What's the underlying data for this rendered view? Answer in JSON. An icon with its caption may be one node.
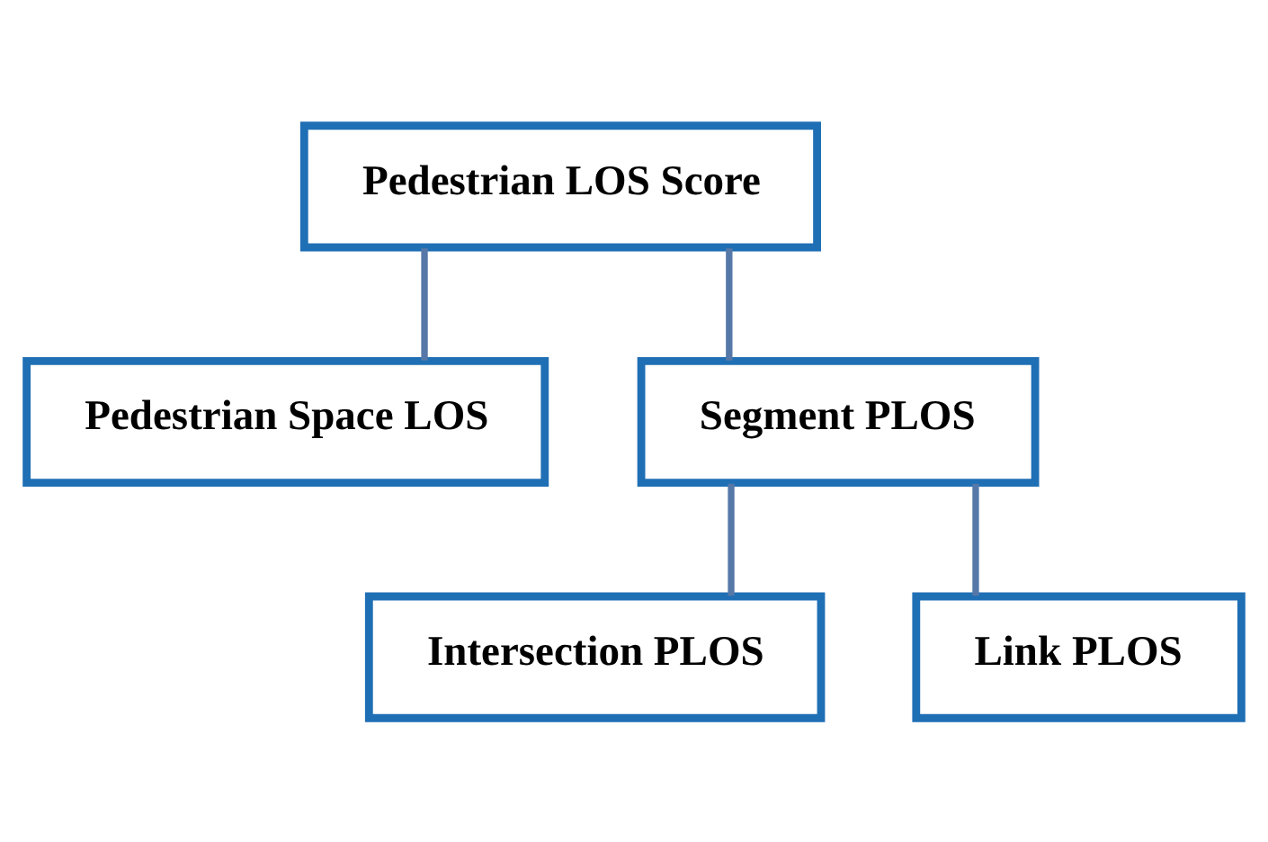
{
  "diagram": {
    "nodes": [
      {
        "text": [
          "Pedestrian LOS Score"
        ]
      },
      {
        "text": [
          "Pedestrian Space LOS"
        ]
      },
      {
        "text": [
          "Segment PLOS"
        ]
      },
      {
        "text": [
          "Intersection PLOS"
        ]
      },
      {
        "text": [
          "Link PLOS"
        ]
      }
    ],
    "edges": [
      {
        "from": 0,
        "to": 1,
        "arrow": "none"
      },
      {
        "from": 0,
        "to": 2,
        "arrow": "none"
      },
      {
        "from": 2,
        "to": 3,
        "arrow": "none"
      },
      {
        "from": 2,
        "to": 4,
        "arrow": "none"
      }
    ]
  }
}
